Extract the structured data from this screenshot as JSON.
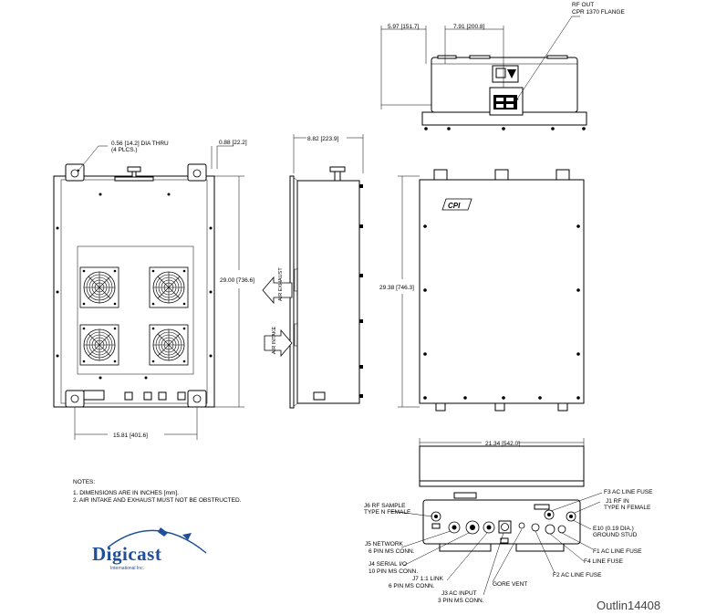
{
  "top_view": {
    "rf_out_line1": "RF OUT",
    "rf_out_line2": "CPR 1370 FLANGE",
    "dim_left": "5.97 [151.7]",
    "dim_mid": "7.91 [200.8]"
  },
  "front_view": {
    "hole_line1": "0.56 [14.2] DIA THRU",
    "hole_line2": "(4 PLCS.)",
    "dim_tab": "0.88 [22.2]",
    "dim_height": "29.00 [736.6]",
    "dim_width": "15.81 [401.6]"
  },
  "side_view": {
    "dim_depth": "8.82 [223.9]",
    "exhaust_label": "AIR EXHAUST",
    "intake_label": "AIR INTAKE"
  },
  "rear_view": {
    "dim_height": "29.38 [746.3]",
    "logo": "CPI"
  },
  "bottom_view": {
    "dim_width": "21.34 [542.0]",
    "labels": {
      "j6": [
        "J6 RF SAMPLE",
        "TYPE N FEMALE"
      ],
      "j5": [
        "J5 NETWORK",
        "6 PIN MS CONN."
      ],
      "j4": [
        "J4 SERIAL I/O",
        "10 PIN MS CONN."
      ],
      "j7": [
        "J7 1:1 LINK",
        "6 PIN MS CONN."
      ],
      "j3": [
        "J3 AC INPUT",
        "3 PIN MS CONN."
      ],
      "gore": [
        "GORE VENT"
      ],
      "f3": [
        "F3 AC LINE FUSE"
      ],
      "j1": [
        "J1 RF IN",
        "TYPE N FEMALE"
      ],
      "e10": [
        "E10 (0.19 DIA.)",
        "GROUND STUD"
      ],
      "f1": [
        "F1 AC LINE FUSE"
      ],
      "f4": [
        "F4 LINE FUSE"
      ],
      "f2": [
        "F2 AC LINE FUSE"
      ]
    }
  },
  "notes": {
    "title": "NOTES:",
    "line1": "1. DIMENSIONS ARE IN INCHES [mm].",
    "line2": "2. AIR INTAKE AND EXHAUST MUST NOT BE OBSTRUCTED."
  },
  "logo": {
    "name": "Digicast",
    "sub": "International Inc.",
    "brand_color": "#1f4e9a"
  },
  "caption": "Outlin14408"
}
